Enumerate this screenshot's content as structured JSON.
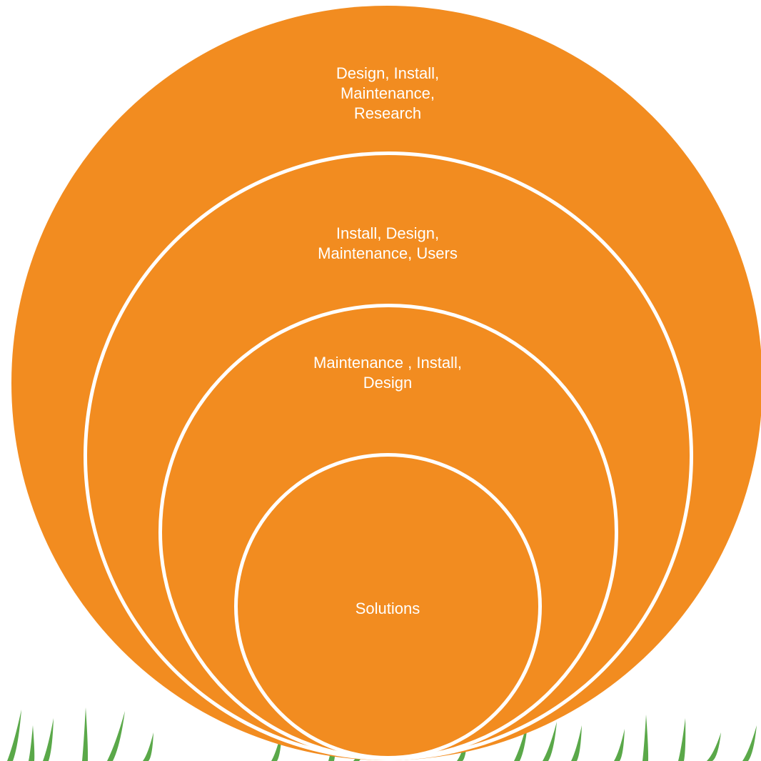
{
  "diagram": {
    "fill_color": "#F28C20",
    "stroke_color": "#FFFFFF",
    "rings": [
      {
        "name": "outer-ring",
        "label": "Design, Install,\nMaintenance,\nResearch"
      },
      {
        "name": "second-ring",
        "label": "Install, Design,\nMaintenance, Users"
      },
      {
        "name": "third-ring",
        "label": "Maintenance , Install,\nDesign"
      },
      {
        "name": "center-ring",
        "label": "Solutions"
      }
    ]
  },
  "background": {
    "image": "grass-strip",
    "grass_color": "#3E9A2A"
  }
}
